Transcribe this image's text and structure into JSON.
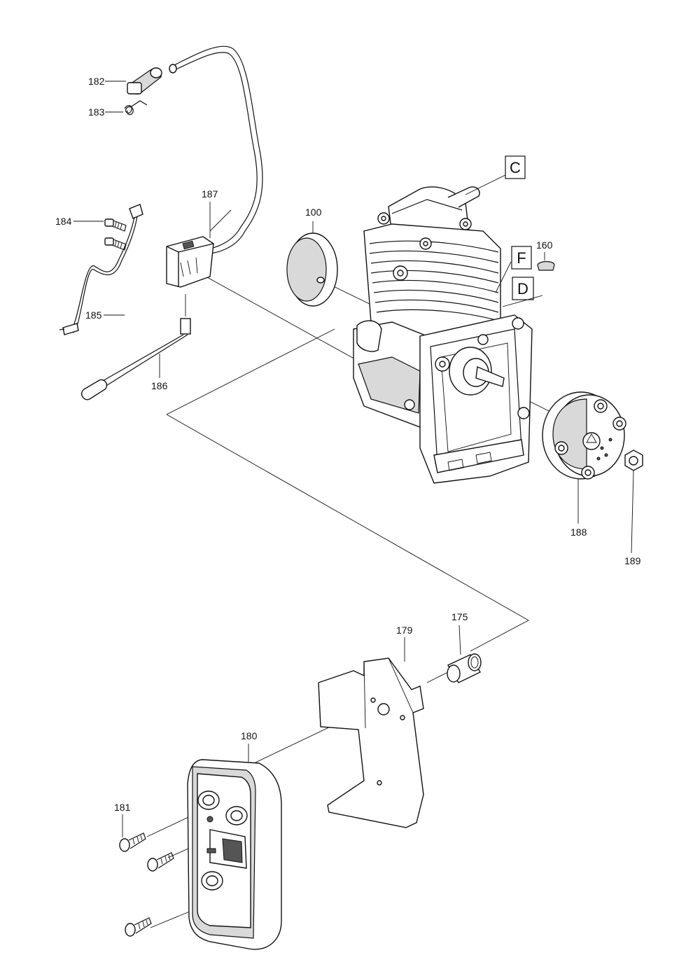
{
  "parts": {
    "p100": "100",
    "p160": "160",
    "p175": "175",
    "p179": "179",
    "p180": "180",
    "p181": "181",
    "p182": "182",
    "p183": "183",
    "p184": "184",
    "p185": "185",
    "p186": "186",
    "p187": "187",
    "p188": "188",
    "p189": "189"
  },
  "references": {
    "c": "C",
    "f": "F",
    "d": "D"
  }
}
